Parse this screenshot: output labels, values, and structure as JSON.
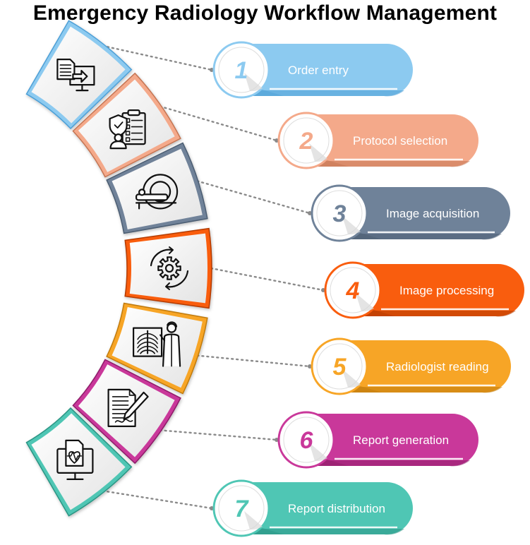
{
  "title": "Emergency Radiology Workflow Management",
  "steps": [
    {
      "number": "1",
      "label": "Order  entry",
      "color": "#8ccaf0",
      "dark": "#4d9fd6",
      "icon": "computer-document-icon"
    },
    {
      "number": "2",
      "label": "Protocol selection",
      "color": "#f4a98a",
      "dark": "#c47452",
      "icon": "clipboard-doctor-shield-icon"
    },
    {
      "number": "3",
      "label": "Image acquisition",
      "color": "#6f8299",
      "dark": "#4b5d72",
      "icon": "mri-scanner-icon"
    },
    {
      "number": "4",
      "label": "Image processing",
      "color": "#f95d0e",
      "dark": "#b33a00",
      "icon": "gear-cycle-icon"
    },
    {
      "number": "5",
      "label": "Radiologist reading",
      "color": "#f7a526",
      "dark": "#c07a0a",
      "icon": "radiologist-xray-icon"
    },
    {
      "number": "6",
      "label": "Report generation",
      "color": "#c9389a",
      "dark": "#8e1c69",
      "icon": "report-pen-icon"
    },
    {
      "number": "7",
      "label": "Report distribution",
      "color": "#4fc6b4",
      "dark": "#2a9483",
      "icon": "monitor-heart-report-icon"
    }
  ]
}
